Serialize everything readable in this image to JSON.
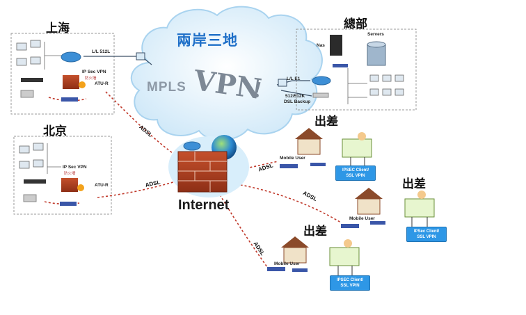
{
  "colors": {
    "cloud_fill": "#d8eefb",
    "cloud_title": "#1e6fc8",
    "adsl_line": "#c0392b",
    "leased_line": "#3c4f66",
    "router_blue": "#3d8fd6",
    "firewall_red": "#b23a1e",
    "badge_blue": "#2e97e6"
  },
  "cloud": {
    "title": "兩岸三地",
    "mpls": "MPLS",
    "vpn": "VPN",
    "vpn_suffix": "!"
  },
  "internet": {
    "label": "Internet"
  },
  "sites": {
    "shanghai": {
      "name": "上海",
      "leased_line": "L/L 512L",
      "ipsec": "IP Sec VPN",
      "firewall_note": "防火墙",
      "atu": "ATU-R"
    },
    "beijing": {
      "name": "北京",
      "ipsec": "IP Sec VPN",
      "firewall_note": "防火墙",
      "atu": "ATU-R"
    },
    "hq": {
      "name": "總部",
      "nas": "Nas",
      "servers": "Servers",
      "leased_line": "L/L E1",
      "dsl_backup_line1": "512/512K",
      "dsl_backup_line2": "DSL Backup"
    }
  },
  "links": {
    "adsl_shanghai": "ADSL",
    "adsl_beijing": "ADSL",
    "adsl_mobile1": "ADSL",
    "adsl_mobile2": "ADSL",
    "adsl_mobile3": "ADSL"
  },
  "mobile_users": [
    {
      "title": "出差",
      "device": "Mobile User",
      "client_line1": "IPSEC Client/",
      "client_line2": "SSL VPIN"
    },
    {
      "title": "出差",
      "device": "Mobile User",
      "client_line1": "IPSec Client/",
      "client_line2": "SSL VPIN"
    },
    {
      "title": "出差",
      "device": "Mobile User",
      "client_line1": "IPSEC Client/",
      "client_line2": "SSL VPIN"
    }
  ]
}
